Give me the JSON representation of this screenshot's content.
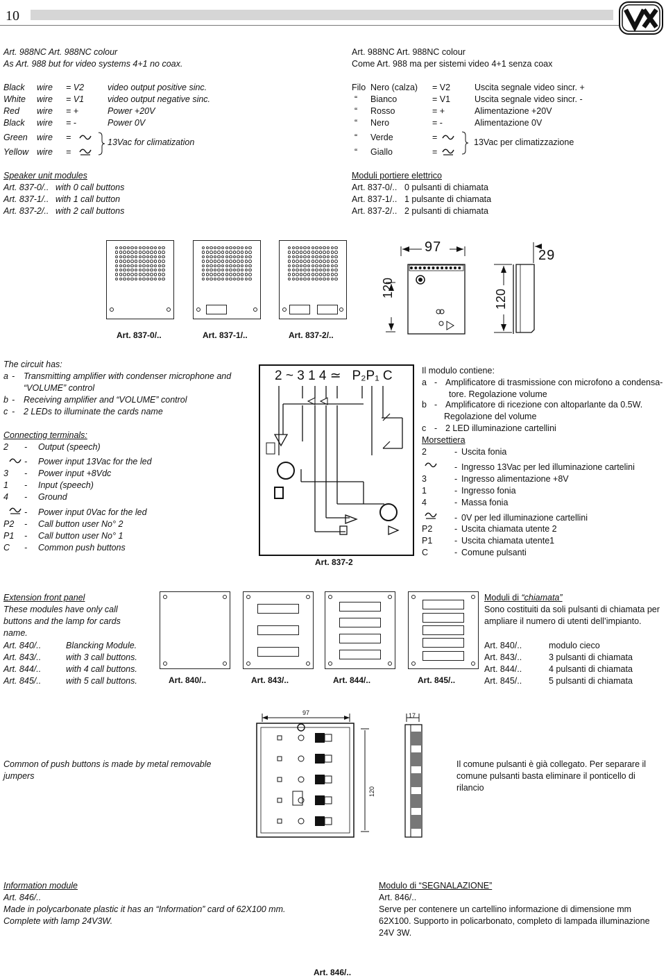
{
  "page_number": "10",
  "left": {
    "title": "Art. 988NC   Art. 988NC colour",
    "subtitle": "As Art. 988 but for video systems 4+1 no coax.",
    "wires": [
      {
        "color": "Black",
        "word": "wire",
        "code": "= V2",
        "desc": "video output positive sinc."
      },
      {
        "color": "White",
        "word": "wire",
        "code": "= V1",
        "desc": "video output negative sinc."
      },
      {
        "color": "Red",
        "word": "wire",
        "code": "= +",
        "desc": "Power +20V"
      },
      {
        "color": "Black",
        "word": "wire",
        "code": "= -",
        "desc": "Power 0V"
      },
      {
        "color": "Green",
        "word": "wire",
        "code": "=",
        "desc": ""
      },
      {
        "color": "Yellow",
        "word": "wire",
        "code": "=",
        "desc": ""
      }
    ],
    "ac_desc": "13Vac for climatization",
    "speaker_title": "Speaker unit modules",
    "speaker_items": [
      {
        "art": "Art. 837-0/..",
        "desc": "with 0 call buttons"
      },
      {
        "art": "Art. 837-1/..",
        "desc": "with 1 call button"
      },
      {
        "art": "Art. 837-2/..",
        "desc": "with 2 call buttons"
      }
    ]
  },
  "right": {
    "title": "Art. 988NC   Art. 988NC colour",
    "subtitle": "Come Art. 988 ma per sistemi video 4+1 senza coax",
    "prefix": "Filo",
    "ditto": "“",
    "wires": [
      {
        "color": "Nero (calza)",
        "code": "= V2",
        "desc": "Uscita segnale video sincr. +"
      },
      {
        "color": "Bianco",
        "code": "= V1",
        "desc": "Uscita segnale video sincr. -"
      },
      {
        "color": "Rosso",
        "code": "= +",
        "desc": "Alimentazione +20V"
      },
      {
        "color": "Nero",
        "code": "= -",
        "desc": "Alimentazione 0V"
      },
      {
        "color": "Verde",
        "code": "=",
        "desc": ""
      },
      {
        "color": "Giallo",
        "code": "=",
        "desc": ""
      }
    ],
    "ac_desc": "13Vac per climatizzazione",
    "speaker_title": "Moduli portiere elettrico",
    "speaker_items": [
      {
        "art": "Art. 837-0/..",
        "desc": "0 pulsanti di chiamata"
      },
      {
        "art": "Art. 837-1/..",
        "desc": "1 pulsante di chiamata"
      },
      {
        "art": "Art. 837-2/..",
        "desc": "2 pulsanti di chiamata"
      }
    ]
  },
  "module_captions": [
    "Art. 837-0/..",
    "Art. 837-1/..",
    "Art. 837-2/.."
  ],
  "dimensions": {
    "width": "97",
    "depth": "29",
    "height_front": "120",
    "height_side": "120",
    "ext_width": "97",
    "ext_depth": "17",
    "ext_height": "120"
  },
  "circuit_en": {
    "intro": "The circuit has:",
    "items": [
      {
        "k": "a",
        "text": "Transmitting amplifier with condenser microphone and"
      },
      {
        "k": "",
        "text": "“VOLUME” control"
      },
      {
        "k": "b",
        "text": "Receiving amplifier and “VOLUME” control"
      },
      {
        "k": "c",
        "text": "2 LEDs to illuminate the cards name"
      }
    ],
    "terminals_title": "Connecting terminals:",
    "terminals": [
      {
        "k": "2",
        "text": "Output (speech)"
      },
      {
        "k": "~",
        "text": "Power input 13Vac for the led"
      },
      {
        "k": "3",
        "text": "Power input +8Vdc"
      },
      {
        "k": "1",
        "text": "Input (speech)"
      },
      {
        "k": "4",
        "text": "Ground"
      },
      {
        "k": "≃",
        "text": "Power input 0Vac for the led"
      },
      {
        "k": "P2",
        "text": "Call button user No° 2"
      },
      {
        "k": "P1",
        "text": "Call button user No° 1"
      },
      {
        "k": "C",
        "text": "Common push buttons"
      }
    ]
  },
  "circuit_labels": {
    "header": "2 ~ 3 1 4 ≃   P₂P₁ C",
    "caption": "Art. 837-2"
  },
  "circuit_it": {
    "intro": "Il modulo contiene:",
    "items": [
      {
        "k": "a",
        "text": "Amplificatore di trasmissione con microfono a condensa-"
      },
      {
        "k": "",
        "text": "tore. Regolazione volume"
      },
      {
        "k": "b",
        "text": "Amplificatore di ricezione con altoparlante da 0.5W."
      },
      {
        "k": "",
        "text": "Regolazione del volume"
      },
      {
        "k": "c",
        "text": "2 LED illuminazione cartellini"
      }
    ],
    "terminals_title": "Morsettiera",
    "terminals": [
      {
        "k": "2",
        "text": "Uscita fonia"
      },
      {
        "k": "~",
        "text": "Ingresso 13Vac  per led illuminazione cartelini"
      },
      {
        "k": "3",
        "text": "Ingresso alimentazione +8V"
      },
      {
        "k": "1",
        "text": "Ingresso fonia"
      },
      {
        "k": "4",
        "text": "Massa fonia"
      },
      {
        "k": "≃",
        "text": "0V per led illuminazione cartellini"
      },
      {
        "k": "P2",
        "text": "Uscita chiamata utente 2"
      },
      {
        "k": "P1",
        "text": "Uscita chiamata utente1"
      },
      {
        "k": "C",
        "text": "Comune pulsanti"
      }
    ]
  },
  "extension_en": {
    "title": "Extension front panel",
    "text": "These modules have only call buttons and the lamp for cards name.",
    "items": [
      {
        "art": "Art. 840/..",
        "desc": "Blancking Module."
      },
      {
        "art": "Art. 843/..",
        "desc": "with 3 call buttons."
      },
      {
        "art": "Art. 844/..",
        "desc": "with 4 call buttons."
      },
      {
        "art": "Art. 845/..",
        "desc": "with 5 call buttons."
      }
    ]
  },
  "extension_captions": [
    "Art. 840/..",
    "Art. 843/..",
    "Art. 844/..",
    "Art. 845/.."
  ],
  "extension_it": {
    "title_pre": "Moduli di ",
    "title_em": "“chiamata”",
    "text": "Sono costituiti da soli pulsanti di chiamata per ampliare il numero di utenti dell’impianto.",
    "items": [
      {
        "art": "Art. 840/..",
        "desc": "modulo cieco"
      },
      {
        "art": "Art. 843/..",
        "desc": "3 pulsanti di chiamata"
      },
      {
        "art": "Art. 844/..",
        "desc": "4 pulsanti di chiamata"
      },
      {
        "art": "Art. 845/..",
        "desc": "5 pulsanti di chiamata"
      }
    ]
  },
  "common_en": "Common of push buttons is made by metal removable jumpers",
  "common_it": "Il comune pulsanti è già collegato. Per separare il comune pulsanti basta eliminare il ponticello di rilancio",
  "info_en": {
    "title": "Information module",
    "art": "Art. 846/..",
    "text": "Made in polycarbonate plastic it has an “Information” card of 62X100 mm. Complete with lamp 24V3W."
  },
  "info_it": {
    "title": "Modulo di “SEGNALAZIONE”",
    "art": "Art. 846/..",
    "text": "Serve per contenere un cartellino informazione di dimensione mm 62X100. Supporto in policarbonato, completo di lampada illuminazione 24V 3W."
  },
  "info_caption": "Art. 846/.."
}
